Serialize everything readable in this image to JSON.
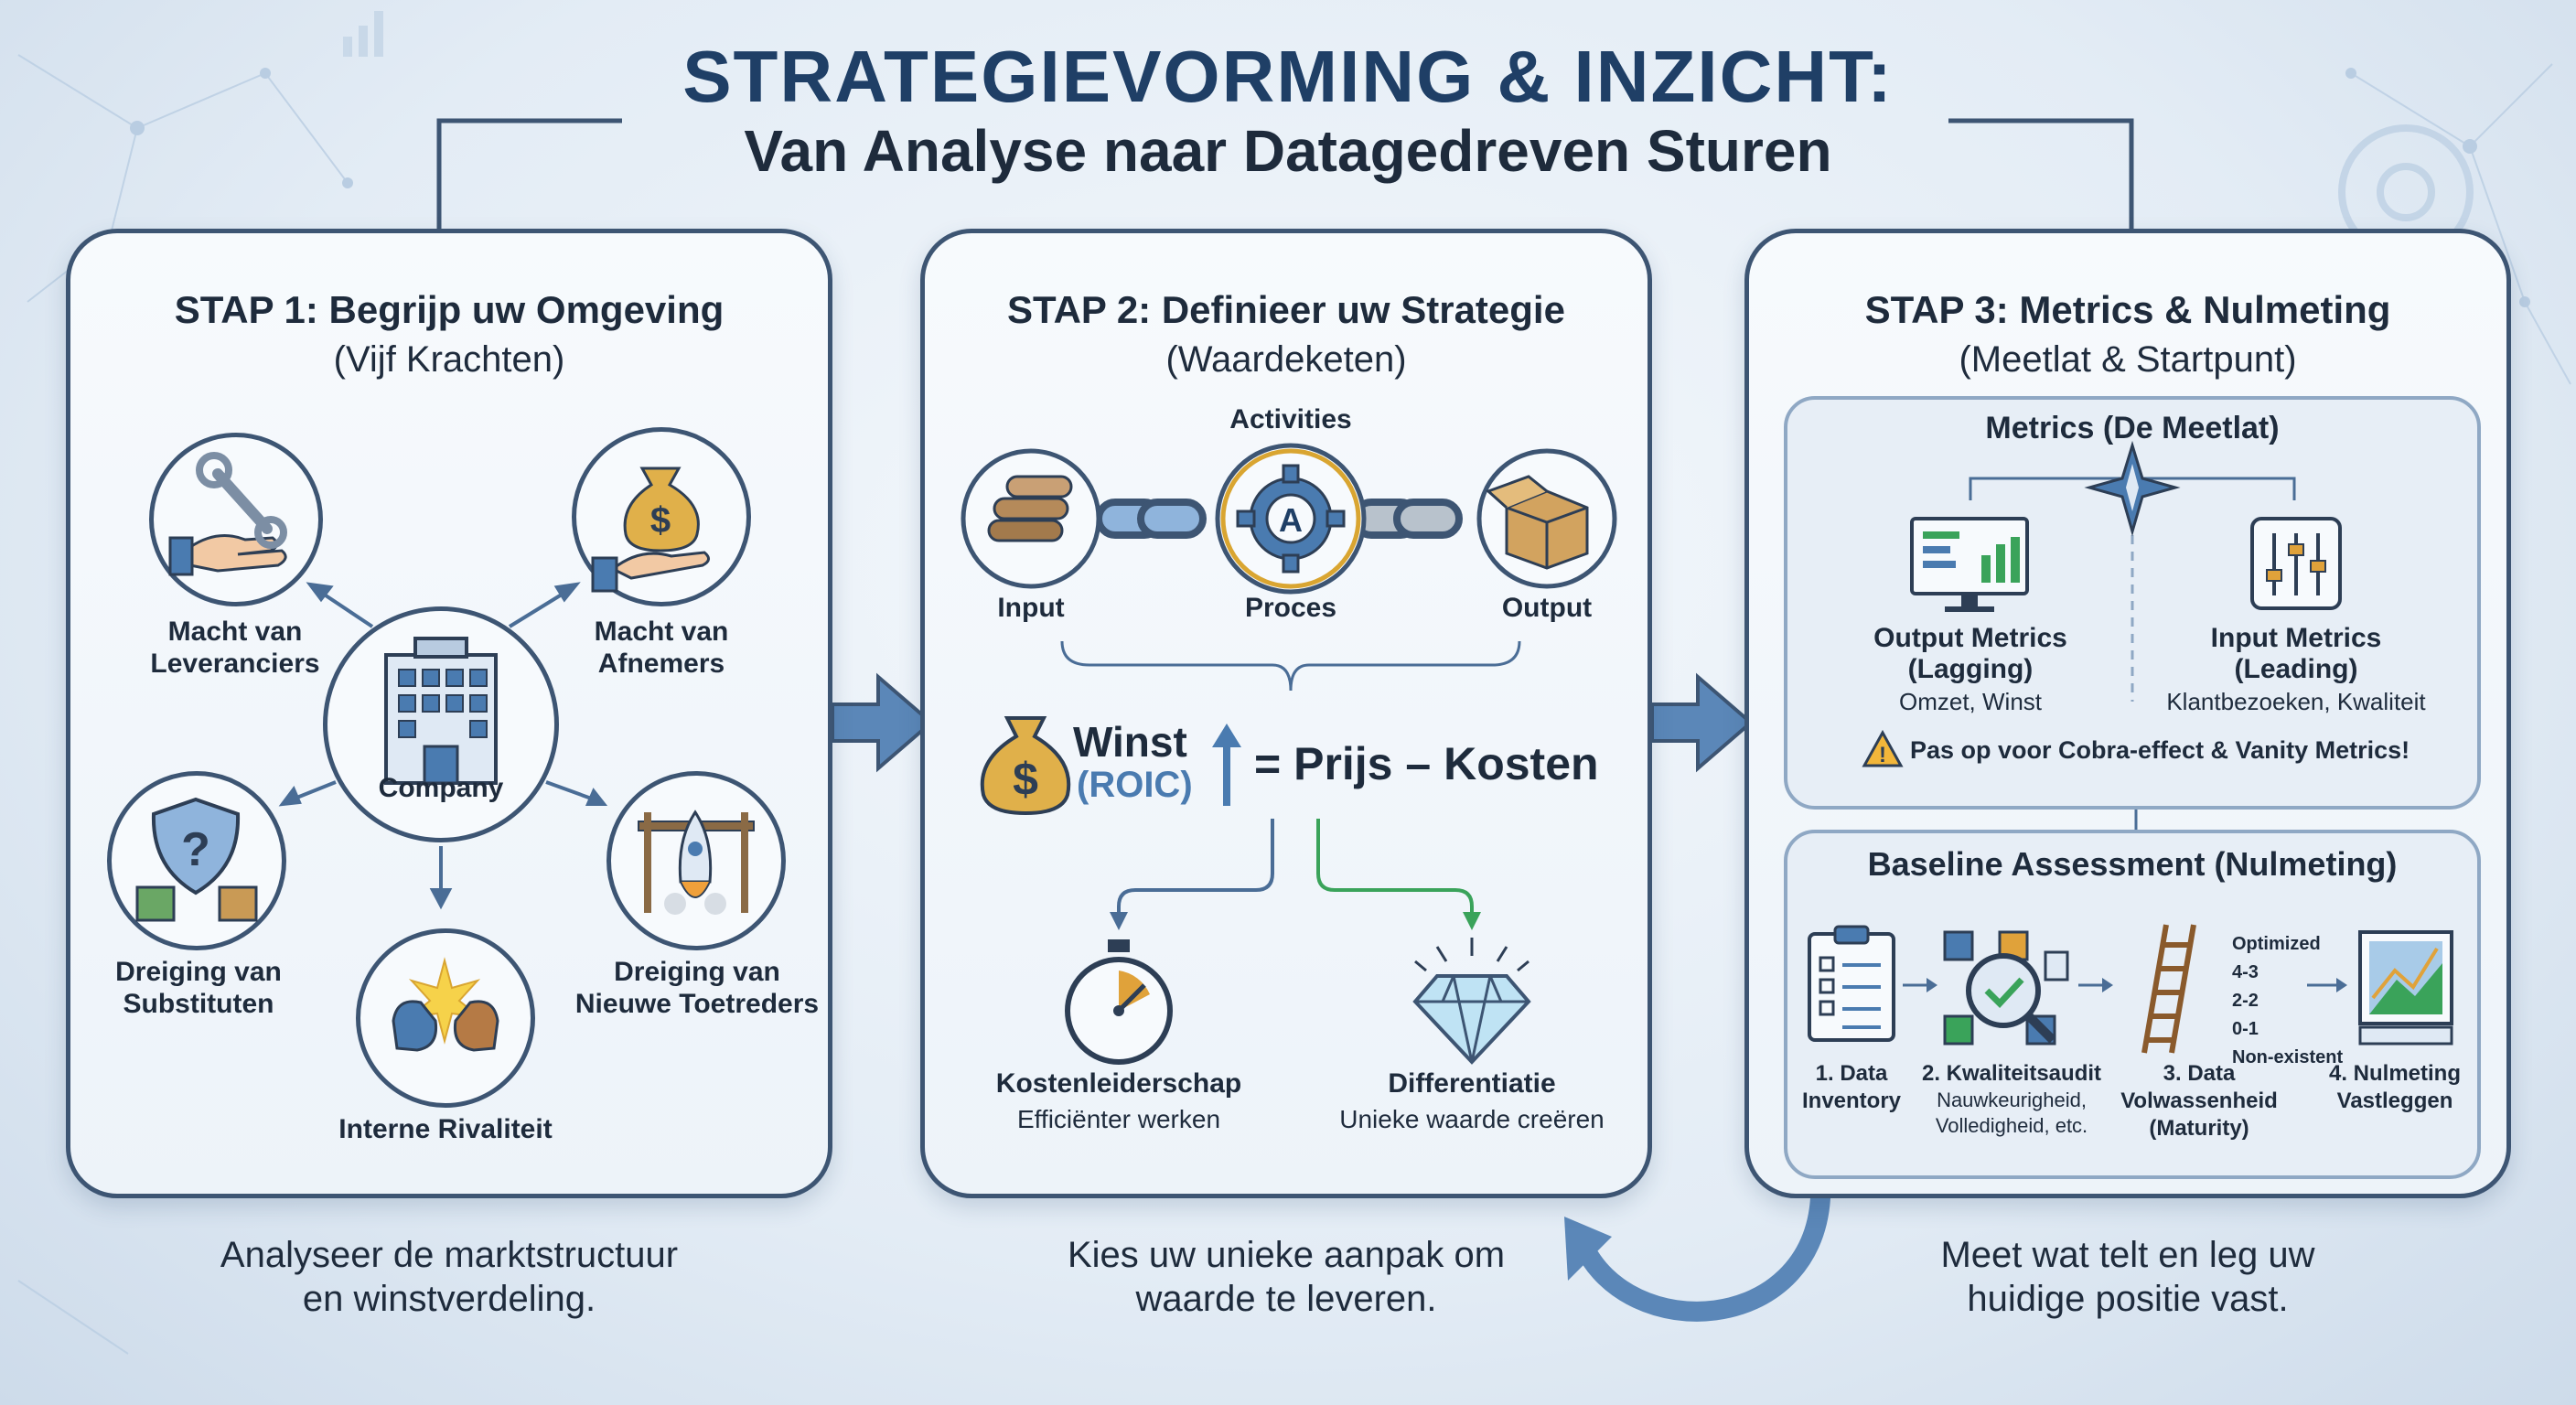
{
  "title": "STRATEGIEVORMING & INZICHT:",
  "subtitle": "Van Analyse naar Datagedreven Sturen",
  "step1": {
    "heading": "STAP 1: Begrijp uw Omgeving",
    "subheading": "(Vijf Krachten)",
    "center": "Company",
    "forces": {
      "suppliers": [
        "Macht van",
        "Leveranciers"
      ],
      "buyers": [
        "Macht van",
        "Afnemers"
      ],
      "substitutes": [
        "Dreiging van",
        "Substituten"
      ],
      "entrants": [
        "Dreiging van",
        "Nieuwe Toetreders"
      ],
      "rivalry": "Interne Rivaliteit"
    },
    "caption": [
      "Analyseer de marktstructuur",
      "en winstverdeling."
    ]
  },
  "step2": {
    "heading": "STAP 2: Definieer uw Strategie",
    "subheading": "(Waardeketen)",
    "activities": "Activities",
    "chain": [
      "Input",
      "Proces",
      "Output"
    ],
    "gear_letter": "A",
    "formula": {
      "winst": "Winst",
      "roic": "(ROIC)",
      "equation": "= Prijs – Kosten"
    },
    "cost": {
      "title": "Kostenleiderschap",
      "desc": "Efficiënter werken"
    },
    "diff": {
      "title": "Differentiatie",
      "desc": "Unieke waarde creëren"
    },
    "caption": [
      "Kies uw unieke aanpak om",
      "waarde te leveren."
    ]
  },
  "step3": {
    "heading": "STAP 3: Metrics & Nulmeting",
    "subheading": "(Meetlat & Startpunt)",
    "metrics_title": "Metrics (De Meetlat)",
    "output": {
      "title": [
        "Output Metrics",
        "(Lagging)"
      ],
      "desc": "Omzet, Winst"
    },
    "input": {
      "title": [
        "Input Metrics",
        "(Leading)"
      ],
      "desc": "Klantbezoeken, Kwaliteit"
    },
    "warning": "Pas op voor Cobra-effect & Vanity Metrics!",
    "baseline_title": "Baseline Assessment (Nulmeting)",
    "baseline_steps": [
      {
        "title": [
          "1. Data",
          "Inventory"
        ],
        "desc": []
      },
      {
        "title": [
          "2. Kwaliteitsaudit"
        ],
        "desc": [
          "Nauwkeurigheid,",
          "Volledigheid, etc."
        ]
      },
      {
        "title": [
          "3. Data",
          "Volwassenheid",
          "(Maturity)"
        ],
        "desc": []
      },
      {
        "title": [
          "4. Nulmeting",
          "Vastleggen"
        ],
        "desc": []
      }
    ],
    "maturity_levels": [
      "Optimized",
      "4-3",
      "2-2",
      "0-1",
      "Non-existent"
    ],
    "caption": [
      "Meet wat telt en leg uw",
      "huidige positie vast."
    ]
  },
  "colors": {
    "navy": "#1f3f66",
    "border": "#3d5573",
    "accent_blue": "#4a7bb0",
    "gold": "#d9a531",
    "green": "#3aa35a",
    "warning": "#e2a322"
  }
}
